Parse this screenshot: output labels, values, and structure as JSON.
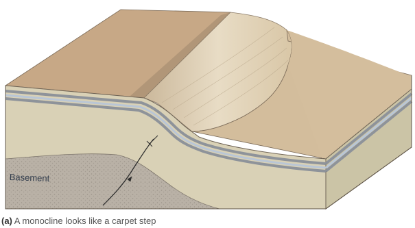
{
  "diagram": {
    "basement_label": "Basement",
    "caption_letter": "(a)",
    "caption_text": "A monocline looks like a carpet step"
  },
  "colors": {
    "top_surface": "#c9a987",
    "bench_surface": "#d6c2a2",
    "front_face": "#d7cfb3",
    "side_face": "#cdc6a8",
    "basement": "#b7afa3",
    "layer_gray": "#8e939a",
    "layer_blue": "#b9c6d6",
    "stroke": "#6e6355"
  }
}
